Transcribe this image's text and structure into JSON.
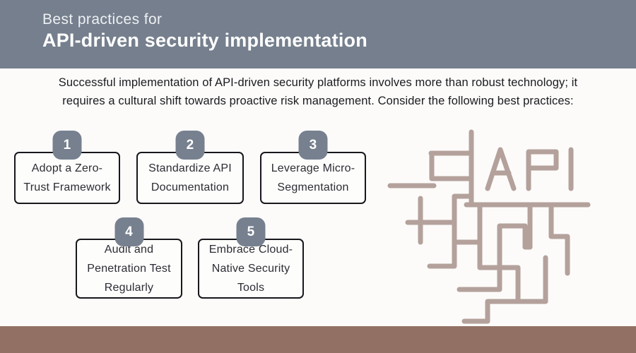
{
  "header": {
    "eyebrow": "Best practices for",
    "title": "API-driven security implementation"
  },
  "intro": {
    "line1": "Successful implementation of API-driven security platforms involves more than robust technology; it",
    "line2": "requires a cultural shift towards proactive risk management. Consider the following best practices:"
  },
  "practices": [
    {
      "number": "1",
      "label": "Adopt a Zero-Trust Framework"
    },
    {
      "number": "2",
      "label": "Standardize API Documentation"
    },
    {
      "number": "3",
      "label": "Leverage Micro-Segmentation"
    },
    {
      "number": "4",
      "label": "Audit and Penetration Test Regularly"
    },
    {
      "number": "5",
      "label": "Embrace Cloud-Native Security Tools"
    }
  ],
  "graphic": {
    "name": "api-maze-icon",
    "label": "API"
  },
  "colors": {
    "header_bg": "#757f8d",
    "badge_bg": "#76808f",
    "footer_bg": "#927164",
    "graphic_stroke": "#b4a19b",
    "card_border": "#17171c",
    "page_bg": "#fcfbfa"
  }
}
